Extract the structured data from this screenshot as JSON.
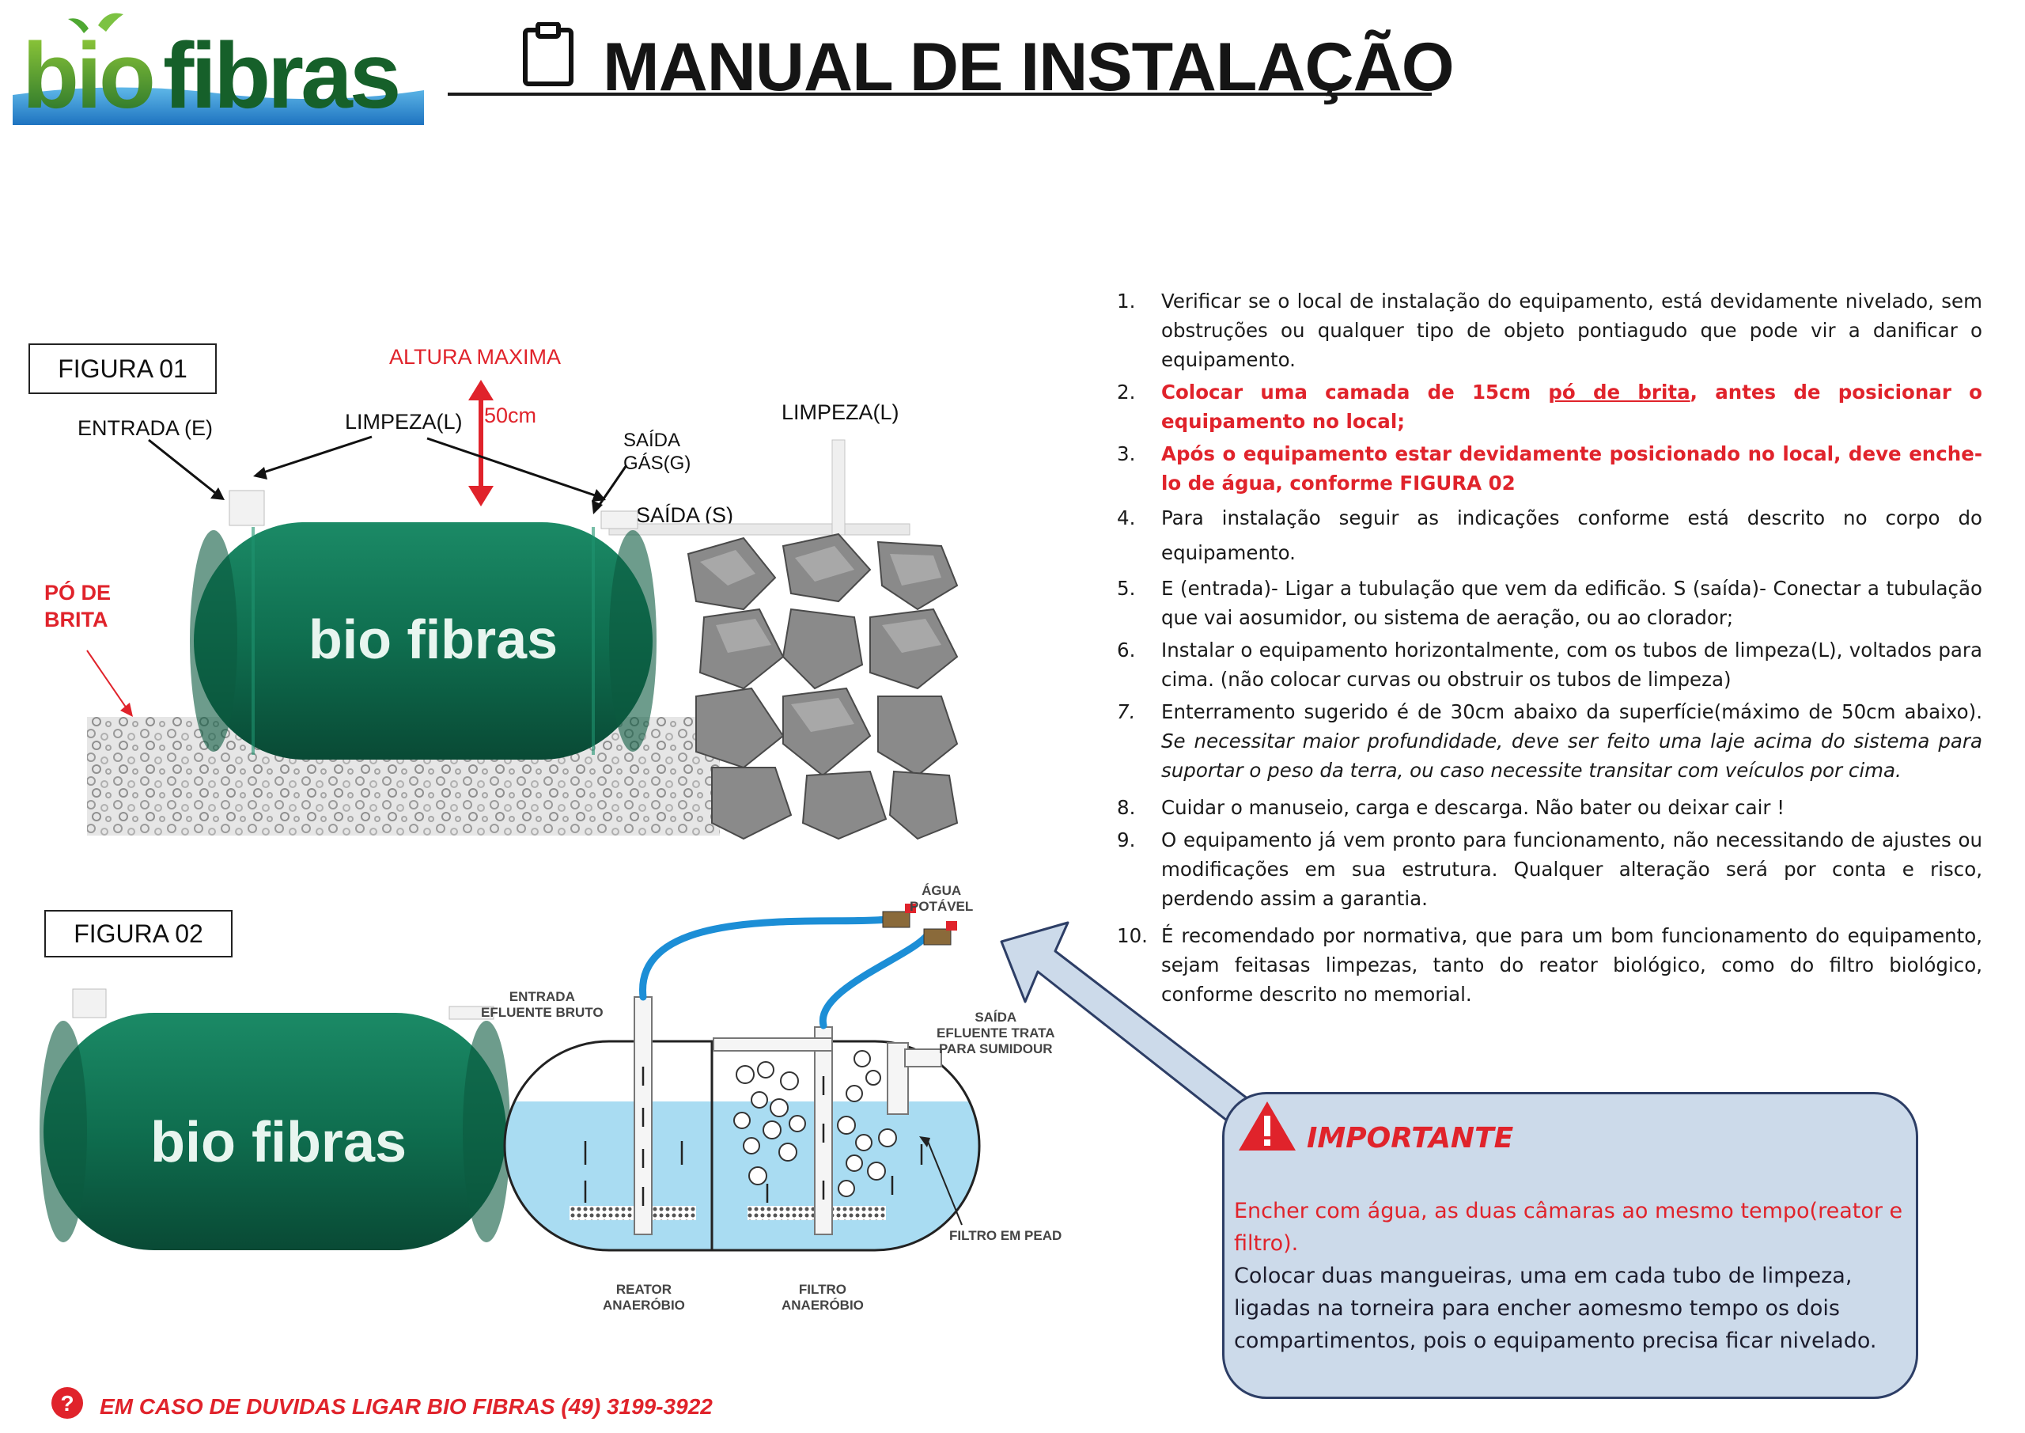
{
  "header": {
    "logo_text_bio": "bio",
    "logo_text_fibras": "fibras",
    "title": "MANUAL DE INSTALAÇÃO"
  },
  "figure1": {
    "title": "FIGURA 01",
    "max_height_label": "ALTURA MAXIMA",
    "max_height_value": "50cm",
    "entrada_label": "ENTRADA (E)",
    "limpeza_label": "LIMPEZA(L)",
    "limpeza_label_2": "LIMPEZA(L)",
    "saida_gas_line1": "SAÍDA",
    "saida_gas_line2": "GÁS(G)",
    "saida_label": "SAÍDA (S)",
    "po_brita_line1": "PÓ DE",
    "po_brita_line2": "BRITA",
    "tank_brand": "bio fibras"
  },
  "figure2": {
    "title": "FIGURA 02",
    "tank_brand": "bio fibras",
    "agua_line1": "ÁGUA",
    "agua_line2": "POTÁVEL",
    "entrada_line1": "ENTRADA",
    "entrada_line2": "EFLUENTE BRUTO",
    "saida_line1": "SAÍDA",
    "saida_line2": "EFLUENTE TRATA",
    "saida_line3": "PARA SUMIDOUR",
    "filtro_pead": "FILTRO EM PEAD",
    "reator_line1": "REATOR",
    "reator_line2": "ANAERÓBIO",
    "filtro_line1": "FILTRO",
    "filtro_line2": "ANAERÓBIO"
  },
  "instructions": [
    {
      "num": "1.",
      "text": "Verificar se o local de instalação do equipamento, está devidamente nivelado, sem obstruções  ou  qualquer tipo de objeto pontiagudo que pode vir a danificar o equipamento."
    },
    {
      "num": "2.",
      "text_a": "Colocar uma camada de 15cm ",
      "text_b": "pó de brita",
      "text_c": ", antes de posicionar o equipamento no local;"
    },
    {
      "num": "3.",
      "text": "Após o equipamento estar devidamente posicionado no local, deve enche-lo de água, conforme FIGURA 02"
    },
    {
      "num": "4.",
      "text": "Para instalação seguir as indicações conforme está descrito no corpo do equipamento."
    },
    {
      "num": "5.",
      "text": "E (entrada)- Ligar a tubulação que vem da edificão. S (saída)- Conectar a tubulação que vai aosumidor, ou sistema de aeração, ou ao clorador;"
    },
    {
      "num": "6.",
      "text": "Instalar o equipamento horizontalmente, com os tubos de limpeza(L), voltados para cima. (não colocar curvas ou obstruir os tubos de limpeza)"
    },
    {
      "num": "7.",
      "text_a": "Enterramento sugerido é de 30cm abaixo da superfície(máximo de 50cm abaixo).",
      "text_b": "Se necessitar maior profundidade, deve ser feito uma laje acima do sistema para suportar o peso da terra, ou caso necessite transitar com veículos por cima."
    },
    {
      "num": "8.",
      "text": "Cuidar o manuseio, carga e descarga. Não bater ou deixar cair !"
    },
    {
      "num": "9.",
      "text": "O equipamento já vem pronto para funcionamento, não necessitando de ajustes ou modificações em sua estrutura. Qualquer alteração será por conta e risco, perdendo assim a  garantia."
    },
    {
      "num": "10.",
      "text": "É recomendado por normativa, que para um bom funcionamento do equipamento, sejam feitasas limpezas, tanto do reator biológico, como do filtro biológico, conforme descrito no memorial."
    }
  ],
  "important": {
    "title": "IMPORTANTE",
    "red_text": "Encher com água, as duas câmaras ao mesmo tempo(reator e filtro).",
    "text": "Colocar duas mangueiras, uma em cada tubo de limpeza, ligadas na torneira para encher aomesmo tempo os dois compartimentos, pois o equipamento precisa ficar nivelado."
  },
  "footer": {
    "text": "EM CASO DE DUVIDAS LIGAR BIO FIBRAS (49) 3199-3922"
  },
  "colors": {
    "red": "#e0232b",
    "tank_green": "#0f6e4f",
    "water_blue": "#a9dcf2",
    "box_blue": "#ccdaea",
    "hose_blue": "#1c8ed6"
  }
}
